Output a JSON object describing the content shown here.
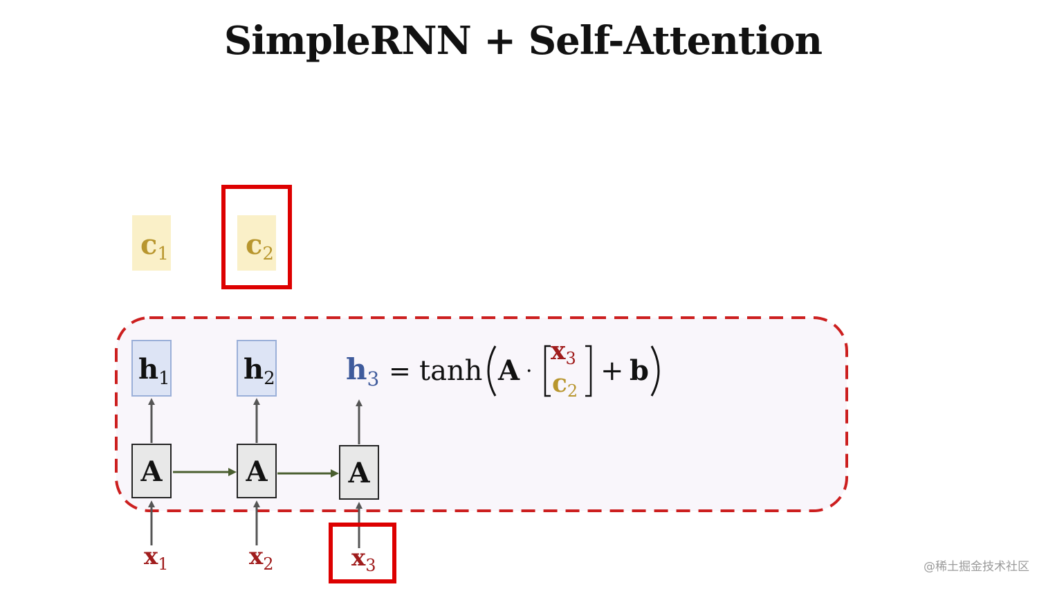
{
  "title": "SimpleRNN + Self-Attention",
  "context_vectors": [
    {
      "base": "c",
      "sub": "1",
      "highlighted": false
    },
    {
      "base": "c",
      "sub": "2",
      "highlighted": true
    }
  ],
  "hidden_states": [
    {
      "base": "h",
      "sub": "1"
    },
    {
      "base": "h",
      "sub": "2"
    }
  ],
  "cells": [
    {
      "label": "A"
    },
    {
      "label": "A"
    },
    {
      "label": "A"
    }
  ],
  "inputs": [
    {
      "base": "x",
      "sub": "1",
      "highlighted": false
    },
    {
      "base": "x",
      "sub": "2",
      "highlighted": false
    },
    {
      "base": "x",
      "sub": "3",
      "highlighted": true
    }
  ],
  "equation": {
    "lhs_base": "h",
    "lhs_sub": "3",
    "equals": "=",
    "func": "tanh",
    "matrix": "A",
    "dot": "·",
    "vec_top_base": "x",
    "vec_top_sub": "3",
    "vec_bottom_base": "c",
    "vec_bottom_sub": "2",
    "plus": "+",
    "bias": "b"
  },
  "watermark": "@稀土掘金技术社区",
  "colors": {
    "context_fill": "#faf0c8",
    "context_text": "#b8962e",
    "hidden_fill": "#dde4f5",
    "hidden_stroke": "#9aafd8",
    "hidden_eq": "#3f5b9c",
    "cell_fill": "#e8e8e8",
    "input_text": "#a01c1c",
    "highlight": "#dd0000",
    "dashed": "#cc1f1f",
    "region_fill": "#f9f6fb",
    "arrow_up": "#555555",
    "arrow_right": "#4a5e2f"
  }
}
